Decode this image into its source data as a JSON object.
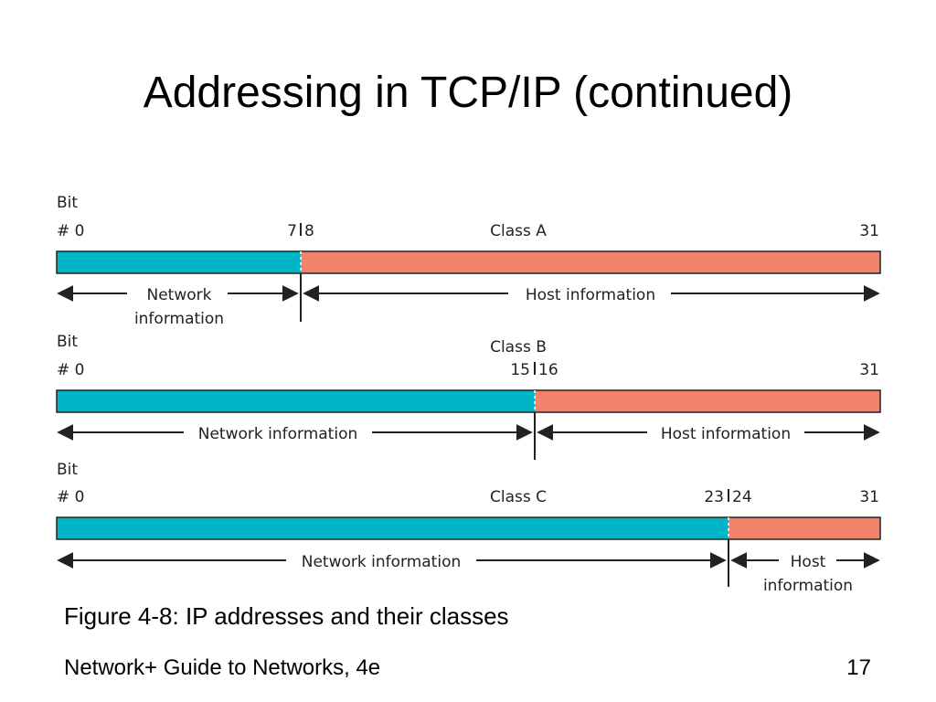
{
  "slide": {
    "title": "Addressing in TCP/IP (continued)",
    "caption": "Figure 4-8: IP addresses and their classes",
    "footer": "Network+ Guide to Networks, 4e",
    "page_number": "17"
  },
  "colors": {
    "network": "#00b5c6",
    "host": "#f2836b",
    "outline": "#222222"
  },
  "classes": [
    {
      "bit_label": "Bit",
      "start_label": "# 0",
      "class_name": "Class A",
      "split_left": "7",
      "split_right": "8",
      "end_label": "31",
      "network_label": [
        "Network",
        "information"
      ],
      "host_label": [
        "Host information"
      ]
    },
    {
      "bit_label": "Bit",
      "start_label": "# 0",
      "class_name": "Class B",
      "split_left": "15",
      "split_right": "16",
      "end_label": "31",
      "network_label": [
        "Network information"
      ],
      "host_label": [
        "Host information"
      ]
    },
    {
      "bit_label": "Bit",
      "start_label": "# 0",
      "class_name": "Class C",
      "split_left": "23",
      "split_right": "24",
      "end_label": "31",
      "network_label": [
        "Network information"
      ],
      "host_label": [
        "Host",
        "information"
      ]
    }
  ]
}
